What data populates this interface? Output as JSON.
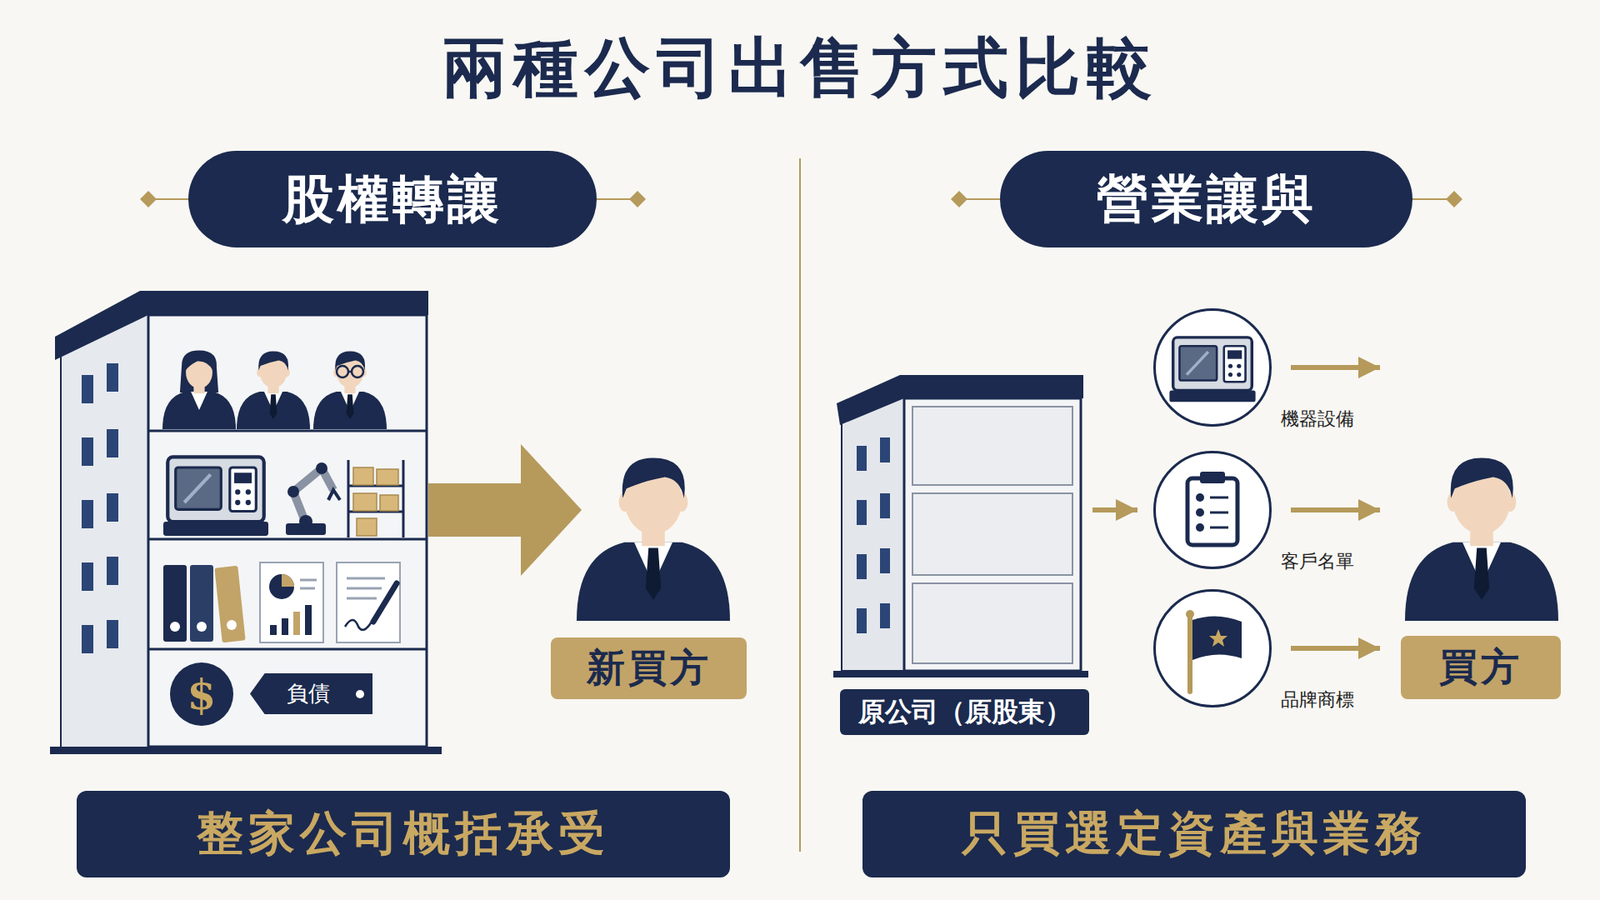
{
  "diagram": {
    "title": "兩種公司出售方式比較",
    "nodes": [
      {
        "text": [
          "股權轉讓"
        ]
      },
      {
        "text": [
          "營業讓與"
        ]
      },
      {
        "text": [
          "$"
        ]
      },
      {
        "text": [
          "負債"
        ]
      },
      {
        "text": [
          "新買方"
        ]
      },
      {
        "text": [
          "原公司（原股東）"
        ]
      },
      {
        "text": [
          "機器設備"
        ]
      },
      {
        "text": [
          "客戶名單"
        ]
      },
      {
        "text": [
          "品牌商標"
        ]
      },
      {
        "text": [
          "買方"
        ]
      },
      {
        "text": [
          "整家公司概括承受"
        ]
      },
      {
        "text": [
          "只買選定資產與業務"
        ]
      }
    ],
    "edges": [
      {
        "from": 5,
        "to": 7,
        "arrow": "to"
      },
      {
        "from": 6,
        "to": 9,
        "arrow": "to"
      },
      {
        "from": 7,
        "to": 9,
        "arrow": "to"
      },
      {
        "from": 8,
        "to": 9,
        "arrow": "to"
      }
    ]
  }
}
